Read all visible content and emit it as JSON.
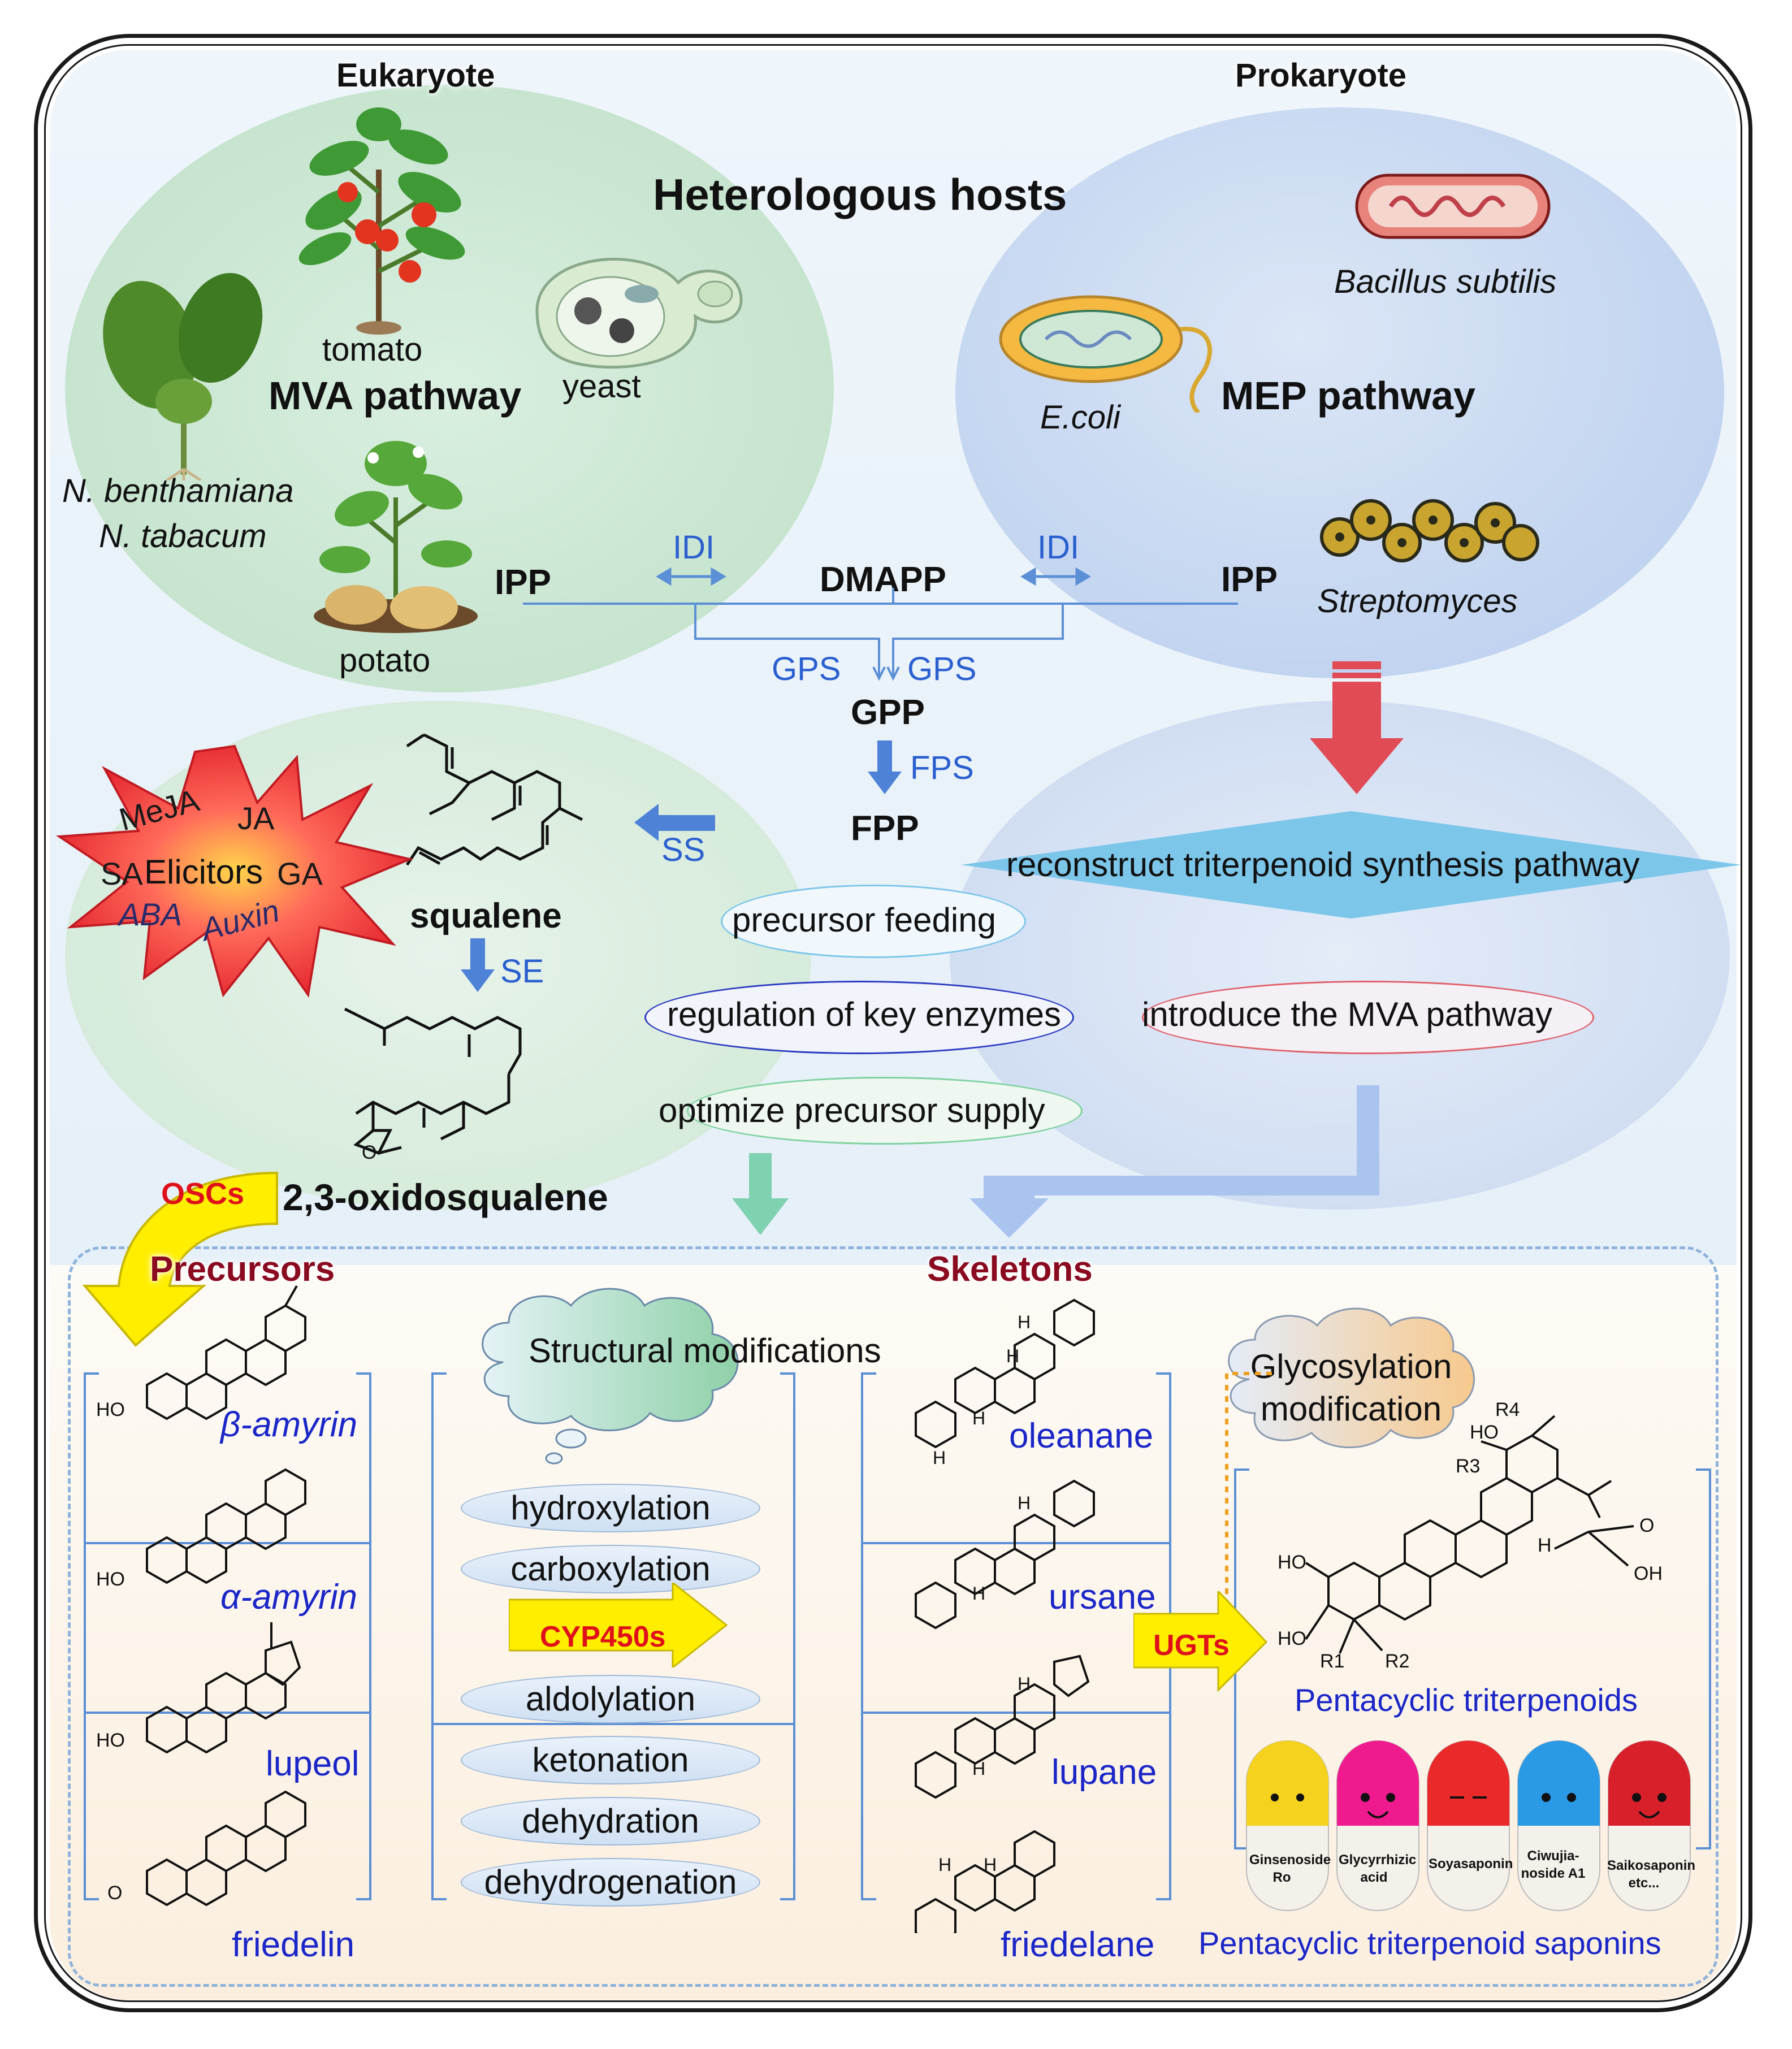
{
  "headers": {
    "eukaryote": "Eukaryote",
    "prokaryote": "Prokaryote",
    "heterologous_hosts": "Heterologous hosts"
  },
  "eukaryote_hosts": {
    "tomato": "tomato",
    "pathway": "MVA pathway",
    "yeast": "yeast",
    "nicotiana_1": "N. benthamiana",
    "nicotiana_2": "N. tabacum",
    "potato": "potato"
  },
  "prokaryote_hosts": {
    "bacillus": "Bacillus subtilis",
    "pathway": "MEP pathway",
    "ecoli": "E.coli",
    "streptomyces": "Streptomyces"
  },
  "pathway": {
    "ipp_left": "IPP",
    "idi_left": "IDI",
    "dmapp": "DMAPP",
    "idi_right": "IDI",
    "ipp_right": "IPP",
    "gps_left": "GPS",
    "gps_right": "GPS",
    "gpp": "GPP",
    "fps": "FPS",
    "fpp": "FPP",
    "ss": "SS",
    "squalene": "squalene",
    "se": "SE",
    "oxidosqualene": "2,3-oxidosqualene",
    "oscs": "OSCs"
  },
  "elicitors": {
    "center": "Elicitors",
    "items": [
      "MeJA",
      "JA",
      "SA",
      "GA",
      "ABA",
      "Auxin"
    ]
  },
  "strategies": {
    "reconstruct": "reconstruct triterpenoid synthesis pathway",
    "precursor_feeding": "precursor feeding",
    "regulation": "regulation of key enzymes",
    "introduce_mva": "introduce the MVA pathway",
    "optimize": "optimize precursor supply"
  },
  "precursors": {
    "title": "Precursors",
    "items": [
      "β-amyrin",
      "α-amyrin",
      "lupeol",
      "friedelin"
    ]
  },
  "structural": {
    "cloud": "Structural modifications",
    "enzyme": "CYP450s",
    "items": [
      "hydroxylation",
      "carboxylation",
      "aldolylation",
      "ketonation",
      "dehydration",
      "dehydrogenation"
    ]
  },
  "skeletons": {
    "title": "Skeletons",
    "items": [
      "oleanane",
      "ursane",
      "lupane",
      "friedelane"
    ]
  },
  "glycosylation": {
    "cloud": "Glycosylation modification",
    "enzyme": "UGTs",
    "pentacyclic": "Pentacyclic triterpenoids",
    "saponins_label": "Pentacyclic triterpenoid saponins",
    "capsules": [
      "Ginsenoside Ro",
      "Glycyrrhizic acid",
      "Soyasaponin",
      "Ciwujia-noside A1",
      "Saikosaponin etc..."
    ],
    "structure_labels": [
      "R4",
      "HO",
      "R3",
      "HO",
      "HO",
      "R1",
      "R2",
      "OH",
      "O",
      "H"
    ]
  },
  "colors": {
    "enzyme_blue": "#2a5fd0",
    "label_blue": "#1a26c8",
    "green_ellipse": "#c8e6cf",
    "blue_ellipse": "#bed0ef",
    "arrow_red": "#e04b55",
    "arrow_yellow": "#ffee00",
    "oscs_red": "#e0101a"
  }
}
